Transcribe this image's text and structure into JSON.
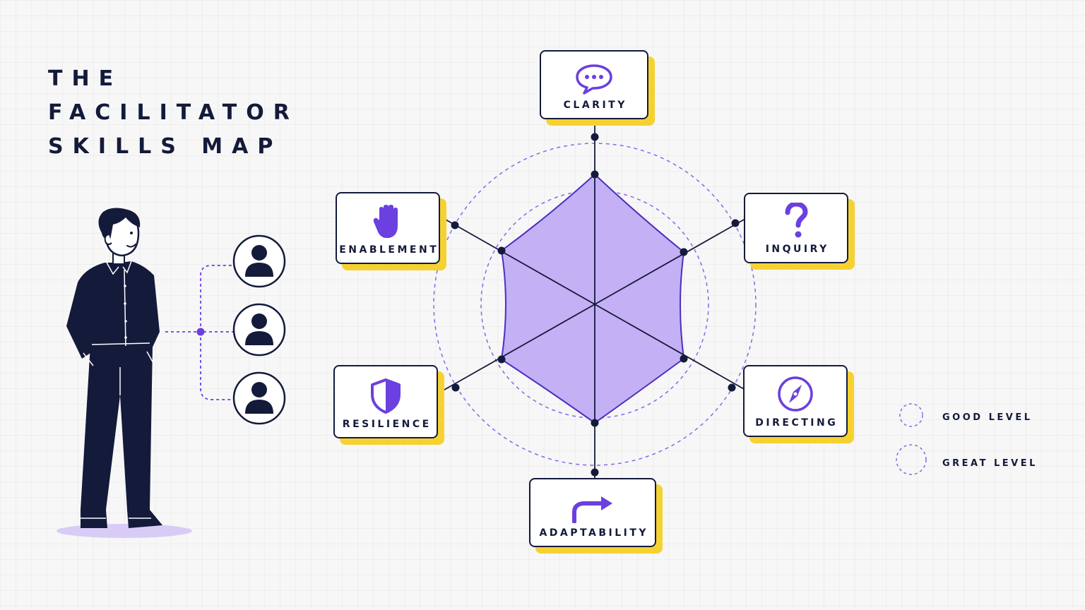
{
  "title": {
    "line1": "THE",
    "line2": "FACILITATOR",
    "line3": "SKILLS MAP"
  },
  "skills": [
    {
      "label": "CLARITY",
      "icon": "speech-bubble-icon"
    },
    {
      "label": "INQUIRY",
      "icon": "question-mark-icon"
    },
    {
      "label": "DIRECTING",
      "icon": "compass-icon"
    },
    {
      "label": "ADAPTABILITY",
      "icon": "turn-arrow-icon"
    },
    {
      "label": "RESILIENCE",
      "icon": "shield-icon"
    },
    {
      "label": "ENABLEMENT",
      "icon": "hand-icon"
    }
  ],
  "legend": {
    "good": "GOOD LEVEL",
    "great": "GREAT LEVEL"
  },
  "colors": {
    "navy": "#141a3a",
    "purple": "#6b3fe0",
    "fill": "#c4b0f5",
    "yellow": "#f5d232"
  }
}
